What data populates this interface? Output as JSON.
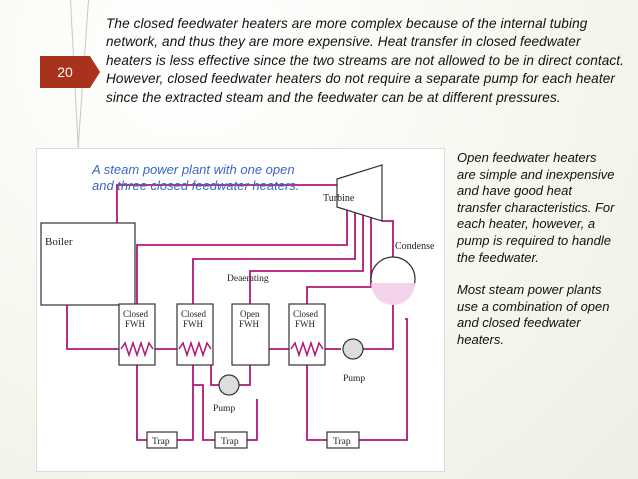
{
  "slide": {
    "number": "20",
    "top_paragraph": "The closed feedwater heaters are more complex because of the internal tubing network, and thus they are more expensive. Heat transfer in closed feedwater heaters is less effective since the two streams are not allowed to be in direct contact. However, closed feedwater heaters do not require a separate pump for each heater since the extracted steam and the feedwater can be at different pressures.",
    "right_paragraphs": [
      "Open feedwater heaters are simple and inexpensive and have good heat transfer characteristics. For each heater, however, a pump is required to handle the feedwater.",
      "Most steam power plants use a combination of open and closed feedwater heaters."
    ]
  },
  "diagram": {
    "caption": "A steam power plant with one open and three closed feedwater heaters.",
    "labels": {
      "boiler": "Boiler",
      "turbine": "Turbine",
      "condenser": "Condense",
      "deaerating": "Deaerating",
      "pump_main": "Pump",
      "pump_lower": "Pump",
      "trap": "Trap"
    },
    "heaters": [
      {
        "line1": "Closed",
        "line2": "FWH"
      },
      {
        "line1": "Closed",
        "line2": "FWH"
      },
      {
        "line1": "Open",
        "line2": "FWH"
      },
      {
        "line1": "Closed",
        "line2": "FWH"
      }
    ],
    "colors": {
      "pipe": "#b0177a",
      "equipment": "#333333",
      "condensate": "#f3d4ea",
      "caption": "#3a67c4",
      "badge": "#a8321d"
    }
  }
}
